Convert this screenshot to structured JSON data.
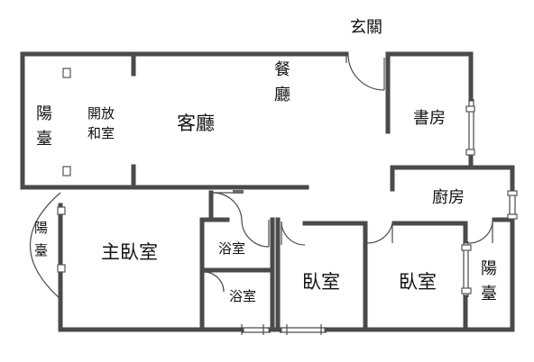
{
  "floorplan": {
    "entrance": "玄關",
    "balcony_left_top": "陽臺",
    "tatami_room": "開放和室",
    "living_room": "客廳",
    "dining_room": "餐廳",
    "study": "書房",
    "kitchen": "廚房",
    "balcony_left_bottom": "陽臺",
    "master_bedroom": "主臥室",
    "bathroom_upper": "浴室",
    "bathroom_lower": "浴室",
    "bedroom_middle": "臥室",
    "bedroom_right": "臥室",
    "balcony_right": "陽臺"
  }
}
